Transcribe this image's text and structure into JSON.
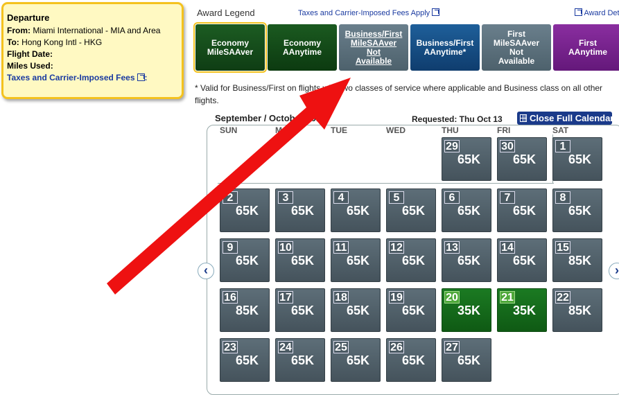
{
  "departure": {
    "title": "Departure",
    "from_label": "From:",
    "from_value": "Miami International - MIA and Area",
    "to_label": "To:",
    "to_value": "Hong Kong Intl - HKG",
    "date_label": "Flight Date:",
    "miles_label": "Miles Used:",
    "fees_label": "Taxes and Carrier-Imposed Fees",
    "fees_suffix": ":"
  },
  "legend": {
    "title": "Award Legend",
    "fees_link": "Taxes and Carrier-Imposed Fees Apply",
    "award_details": "Award Det",
    "items": [
      {
        "label": "Economy\nMileSAAver"
      },
      {
        "label": "Economy\nAAnytime"
      },
      {
        "label": "Business/First\nMileSAAver\nNot\nAvailable"
      },
      {
        "label": "Business/First\nAAnytime*"
      },
      {
        "label": "First\nMileSAAver\nNot\nAvailable"
      },
      {
        "label": "First\nAAnytime"
      }
    ],
    "note": "* Valid for Business/First on flights with two classes of service where applicable and Business class on all other flights."
  },
  "calendar": {
    "month": "September / October 2016",
    "requested": "Requested: Thu Oct 13",
    "close_label": "Close Full Calendar",
    "weekdays": [
      "SUN",
      "MON",
      "TUE",
      "WED",
      "THU",
      "FRI",
      "SAT"
    ],
    "prev": "‹",
    "next": "›",
    "days": [
      {
        "num": "29",
        "val": "65K"
      },
      {
        "num": "30",
        "val": "65K"
      },
      {
        "num": "1",
        "val": "65K"
      },
      {
        "num": "2",
        "val": "65K"
      },
      {
        "num": "3",
        "val": "65K"
      },
      {
        "num": "4",
        "val": "65K"
      },
      {
        "num": "5",
        "val": "65K"
      },
      {
        "num": "6",
        "val": "65K"
      },
      {
        "num": "7",
        "val": "65K"
      },
      {
        "num": "8",
        "val": "65K"
      },
      {
        "num": "9",
        "val": "65K"
      },
      {
        "num": "10",
        "val": "65K"
      },
      {
        "num": "11",
        "val": "65K"
      },
      {
        "num": "12",
        "val": "65K"
      },
      {
        "num": "13",
        "val": "65K"
      },
      {
        "num": "14",
        "val": "65K"
      },
      {
        "num": "15",
        "val": "85K"
      },
      {
        "num": "16",
        "val": "85K"
      },
      {
        "num": "17",
        "val": "65K"
      },
      {
        "num": "18",
        "val": "65K"
      },
      {
        "num": "19",
        "val": "65K"
      },
      {
        "num": "20",
        "val": "35K",
        "saver": true
      },
      {
        "num": "21",
        "val": "35K",
        "saver": true
      },
      {
        "num": "22",
        "val": "85K"
      },
      {
        "num": "23",
        "val": "65K"
      },
      {
        "num": "24",
        "val": "65K"
      },
      {
        "num": "25",
        "val": "65K"
      },
      {
        "num": "26",
        "val": "65K"
      },
      {
        "num": "27",
        "val": "65K"
      }
    ]
  },
  "colors": {
    "annotation_arrow": "#ee1111",
    "saver_green": "#1b7a22",
    "link_blue": "#1a3aa0"
  }
}
